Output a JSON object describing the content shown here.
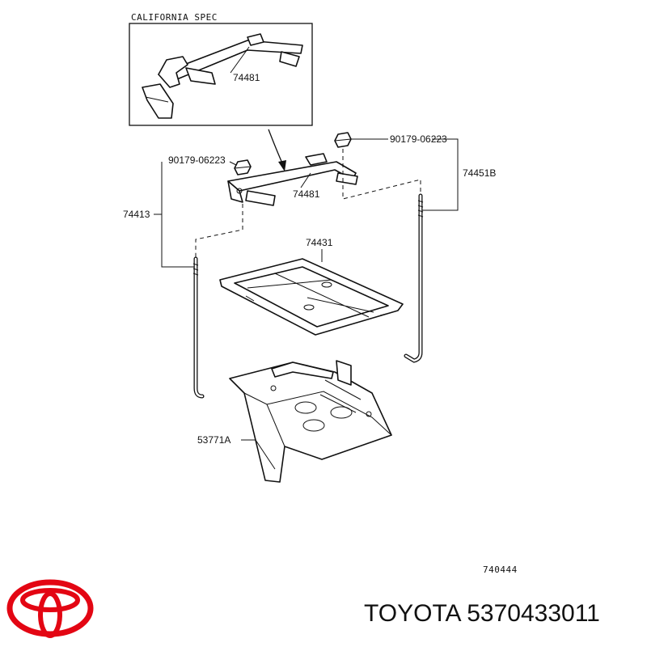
{
  "inset": {
    "title": "CALIFORNIA SPEC",
    "part": "74481"
  },
  "labels": {
    "nut_right": "90179-06223",
    "nut_left": "90179-06223",
    "rod_right": "74451B",
    "clamp": "74481",
    "rod_left": "74413",
    "frame": "74431",
    "tray": "53771A"
  },
  "diagram_code": "740444",
  "footer": {
    "text": "TOYOTA 5370433011"
  },
  "colors": {
    "logo": "#e30613",
    "line": "#111111"
  }
}
